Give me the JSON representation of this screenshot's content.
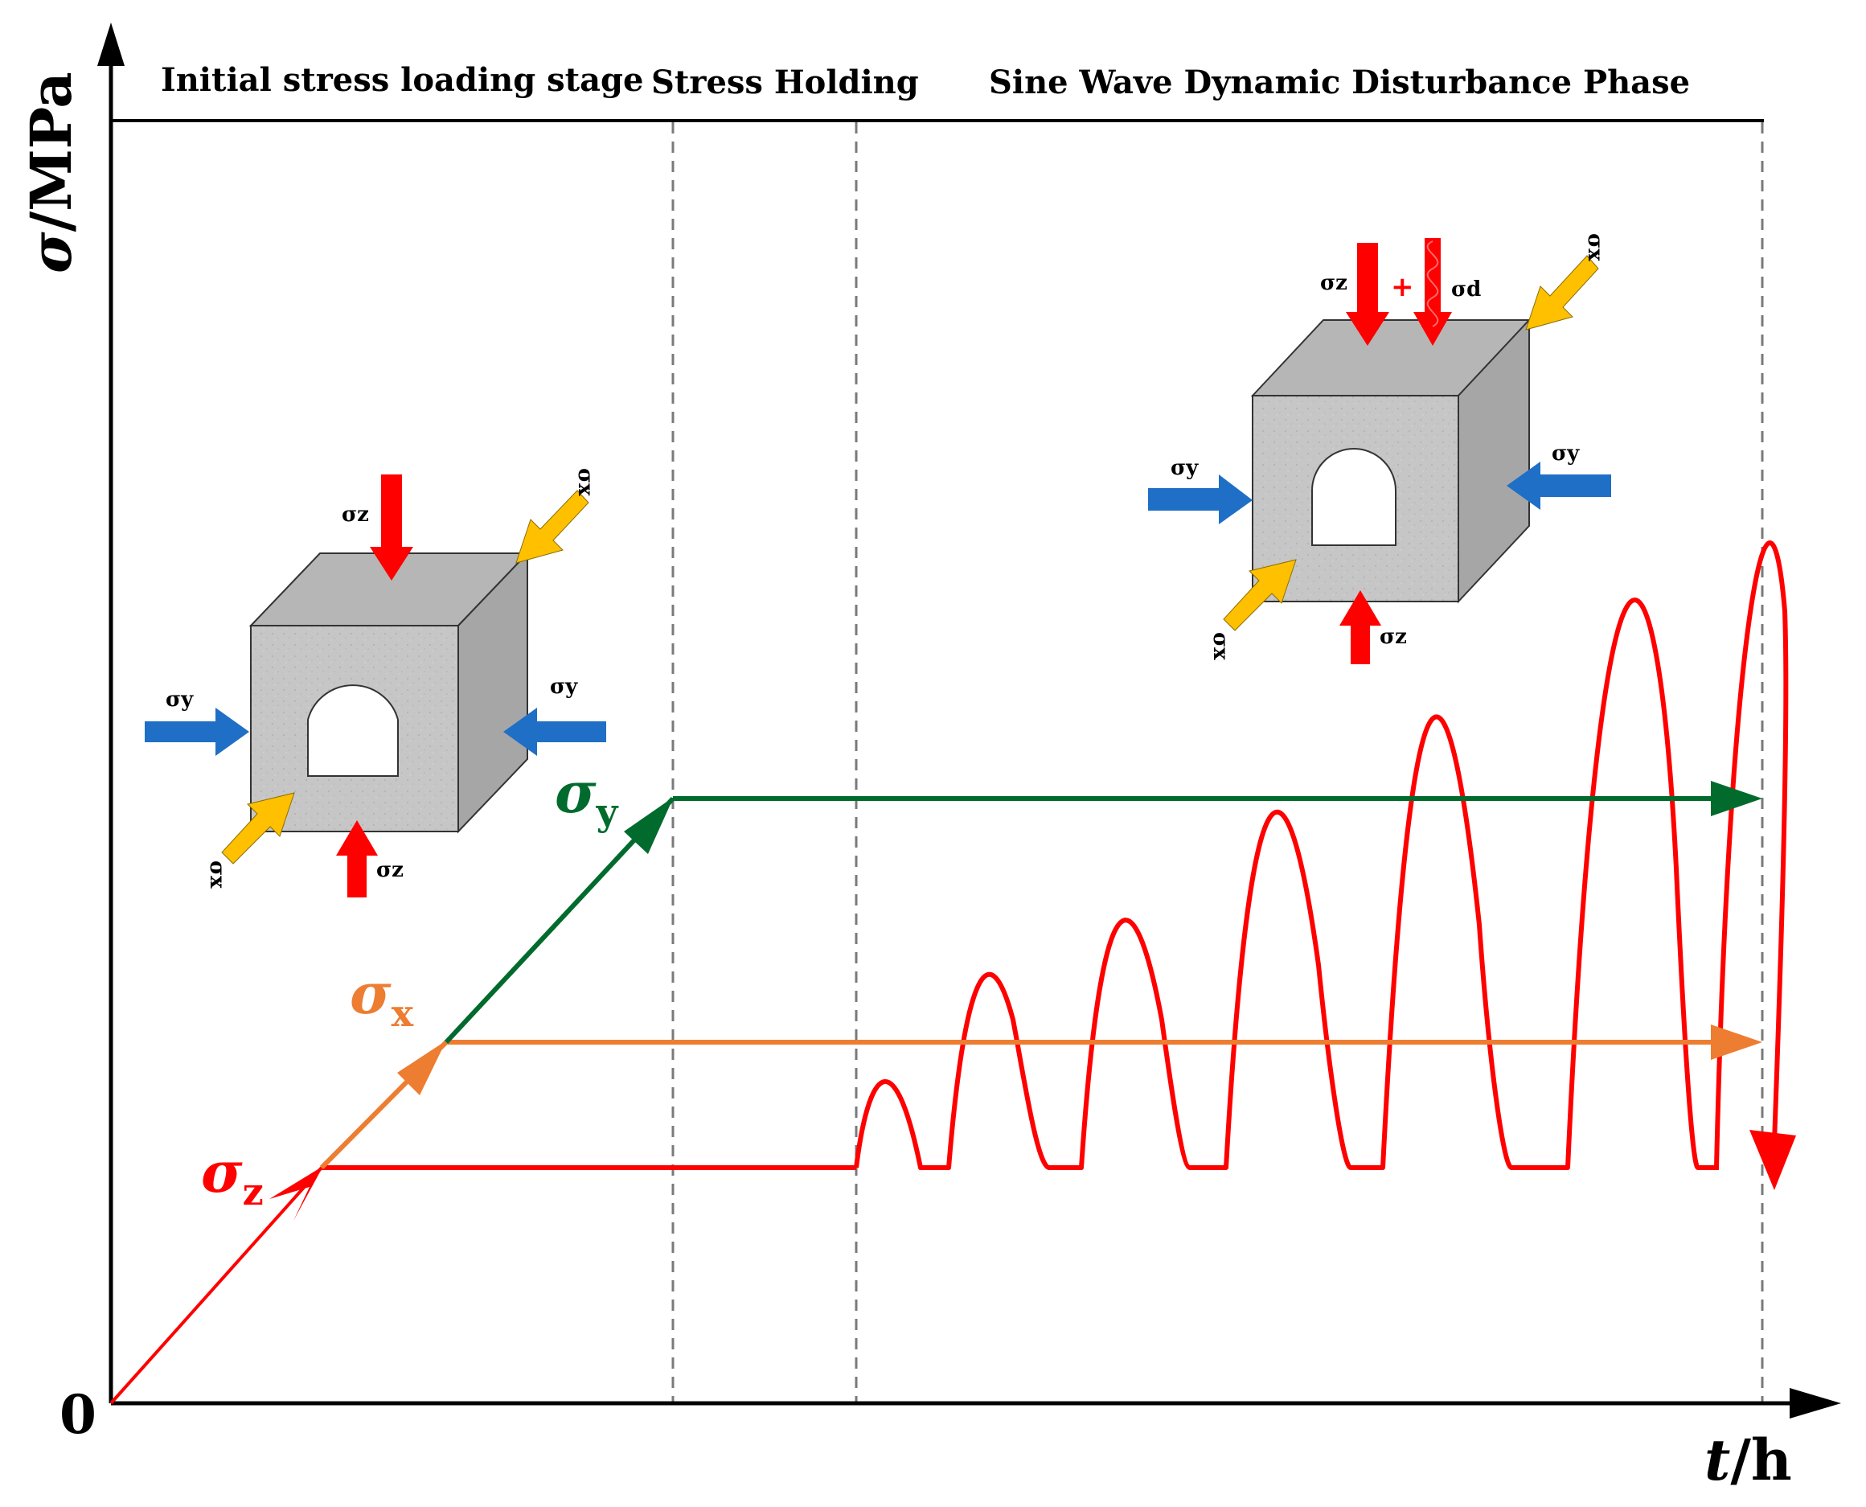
{
  "phases": {
    "loading": "Initial stress loading stage",
    "holding": "Stress Holding",
    "disturbance": "Sine Wave Dynamic Disturbance Phase"
  },
  "axes": {
    "y_symbol": "σ",
    "y_unit": "/MPa",
    "x_symbol": "t",
    "x_unit": "/h",
    "origin": "0"
  },
  "stresses": {
    "sigma_z": {
      "symbol": "σ",
      "sub": "z",
      "color": "#ff0000"
    },
    "sigma_x": {
      "symbol": "σ",
      "sub": "x",
      "color": "#ed7d31"
    },
    "sigma_y": {
      "symbol": "σ",
      "sub": "y",
      "color": "#006b2d"
    }
  },
  "cube_labels": {
    "z": "σz",
    "y": "σy",
    "x": "σx",
    "d": "σd",
    "plus": "+"
  },
  "colors": {
    "z_arrow": "#ff0000",
    "y_arrow": "#1f6fc6",
    "x_arrow": "#ffc000",
    "cube_front": "#c8c8c8",
    "cube_top": "#b4b4b4",
    "cube_side": "#a8a8a8"
  },
  "icons": [
    "stress-cube-icon",
    "tunnel-opening-icon",
    "force-arrow-icon"
  ]
}
